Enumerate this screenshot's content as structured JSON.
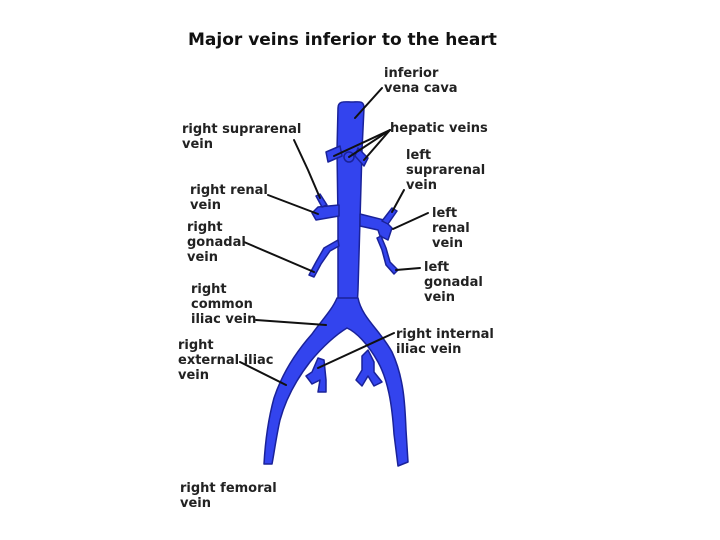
{
  "title": "Major veins inferior to the heart",
  "labels": {
    "ivc": "inferior\nvena cava",
    "hepatic": "hepatic veins",
    "r_suprarenal": "right suprarenal\nvein",
    "l_suprarenal": "left\nsuprarenal\nvein",
    "r_renal": "right renal\nvein",
    "l_renal": "left\nrenal\nvein",
    "r_gonadal": "right\ngonadal\nvein",
    "l_gonadal": "left\ngonadal\nvein",
    "r_common_iliac": "right\ncommon\niliac vein",
    "r_internal_iliac": "right internal\niliac vein",
    "r_external_iliac": "right\nexternal iliac\nvein",
    "r_femoral": "right femoral\nvein"
  },
  "colors": {
    "vein": "#3344ee",
    "vein_outline": "#1a2299",
    "leader": "#111111",
    "background": "#ffffff"
  }
}
